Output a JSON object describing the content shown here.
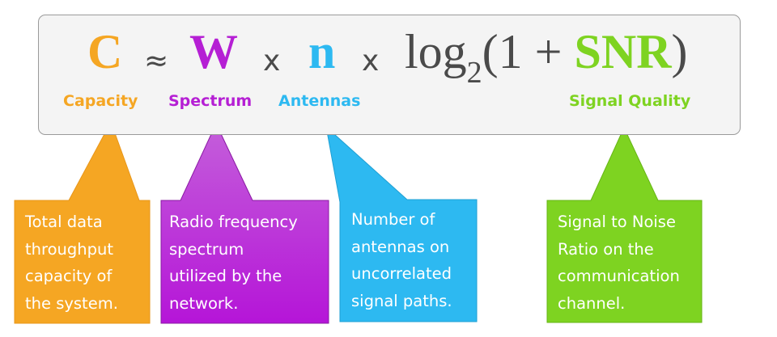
{
  "colors": {
    "capacity": "#F5A623",
    "spectrum": "#B51FD4",
    "antennas": "#2DB9F1",
    "signal": "#7ED321",
    "operator": "#4a4a4a"
  },
  "formula": {
    "capacity": "C",
    "approx": "≈",
    "spectrum": "W",
    "times1": "x",
    "antennas": "n",
    "times2": "x",
    "log": "log",
    "log_base": "2",
    "open": "(1 +",
    "snr": "SNR",
    "close": ")"
  },
  "labels": {
    "capacity": "Capacity",
    "spectrum": "Spectrum",
    "antennas": "Antennas",
    "signal": "Signal Quality"
  },
  "callouts": {
    "capacity": "Total data\nthroughput\ncapacity of\nthe system.",
    "spectrum": "Radio frequency\nspectrum\nutilized by the\nnetwork.",
    "antennas": "Number of\nantennas on\nuncorrelated\nsignal paths.",
    "signal": "Signal to Noise\nRatio on the\ncommunication\nchannel."
  }
}
